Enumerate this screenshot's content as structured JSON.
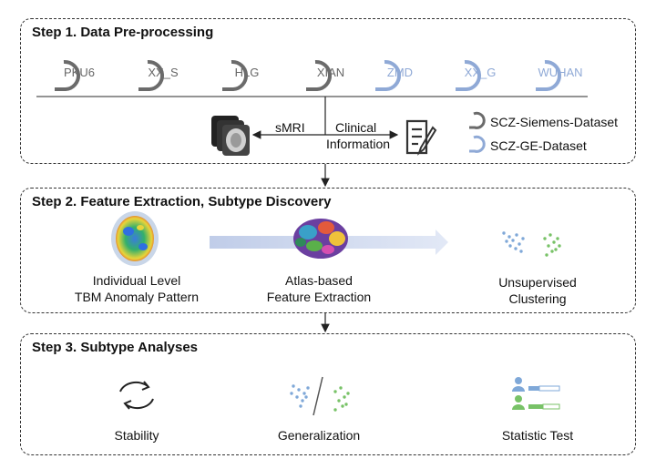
{
  "step1": {
    "title": "Step 1. Data Pre-processing",
    "sites_siemens": [
      "PKU6",
      "XX_S",
      "HLG",
      "XIAN"
    ],
    "sites_ge": [
      "ZMD",
      "XX_G",
      "WUHAN"
    ],
    "smri_label": "sMRI",
    "clinical_label_1": "Clinical",
    "clinical_label_2": "Information",
    "legend_siemens": "SCZ-Siemens-Dataset",
    "legend_ge": "SCZ-GE-Dataset"
  },
  "step2": {
    "title": "Step 2. Feature Extraction, Subtype Discovery",
    "item1_line1": "Individual Level",
    "item1_line2": "TBM Anomaly Pattern",
    "item2_line1": "Atlas-based",
    "item2_line2": "Feature Extraction",
    "item3_line1": "Unsupervised",
    "item3_line2": "Clustering"
  },
  "step3": {
    "title": "Step 3. Subtype Analyses",
    "item1": "Stability",
    "item2": "Generalization",
    "item3": "Statistic Test"
  },
  "colors": {
    "siemens": "#666666",
    "ge": "#8fa9d6",
    "cluster_blue": "#7fa8d8",
    "cluster_green": "#78c267"
  }
}
